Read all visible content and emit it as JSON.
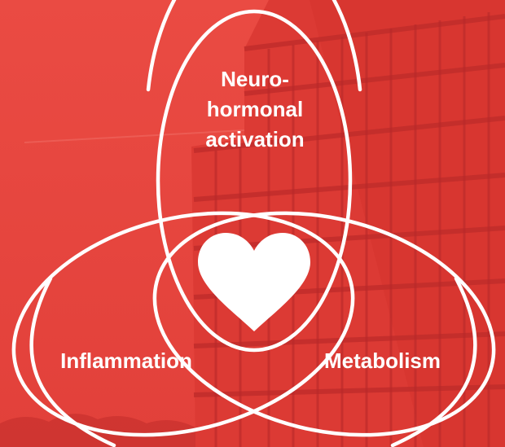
{
  "diagram": {
    "circles": [
      {
        "id": "neuro",
        "label_lines": [
          "Neuro-",
          "hormonal",
          "activation"
        ]
      },
      {
        "id": "inflammation",
        "label_lines": [
          "Inflammation"
        ]
      },
      {
        "id": "metabolism",
        "label_lines": [
          "Metabolism"
        ]
      }
    ],
    "center_icon": "heart-icon"
  },
  "colors": {
    "background": "#e8463f",
    "building": "#d93732",
    "windows": "#b8292a",
    "stroke": "#ffffff"
  }
}
